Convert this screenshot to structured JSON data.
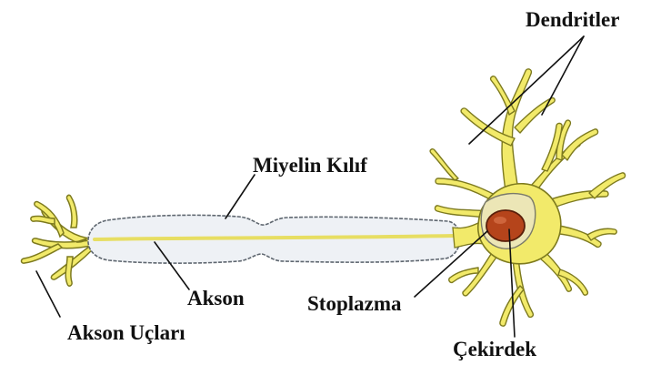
{
  "labels": {
    "dendrites": "Dendritler",
    "myelin_sheath": "Miyelin Kılıf",
    "axon": "Akson",
    "cytoplasm": "Stoplazma",
    "axon_terminals": "Akson Uçları",
    "nucleus": "Çekirdek"
  },
  "colors": {
    "cell_body": "#f2ea6a",
    "cell_outline": "#7d7a1e",
    "axon_line": "#e6dc5a",
    "myelin_fill": "#eef1f5",
    "myelin_outline": "#5f6770",
    "nucleus": "#b5441b",
    "nucleus_outline": "#5a1f0a",
    "cytoplasm_fill": "#ece6b6",
    "leader_line": "#111111"
  }
}
